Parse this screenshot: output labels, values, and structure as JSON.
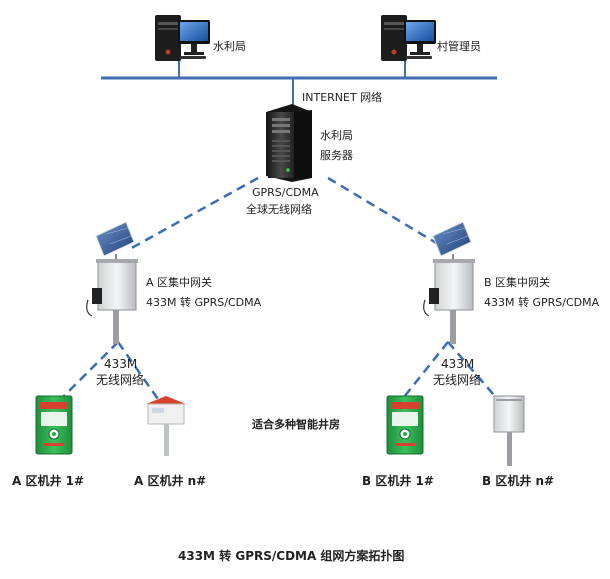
{
  "nodes": {
    "pc_water_bureau": "水利局",
    "pc_village_admin": "村管理员",
    "internet": "INTERNET 网络",
    "server_line1": "水利局",
    "server_line2": "服务器",
    "gprs_line1": "GPRS/CDMA",
    "gprs_line2": "全球无线网络",
    "gateway_a_line1": "A 区集中网关",
    "gateway_a_line2": "433M 转 GPRS/CDMA",
    "gateway_b_line1": "B 区集中网关",
    "gateway_b_line2": "433M 转 GPRS/CDMA",
    "wireless_a_line1": "433M",
    "wireless_a_line2": "无线网络",
    "wireless_b_line1": "433M",
    "wireless_b_line2": "无线网络",
    "suitable_note": "适合多种智能井房",
    "well_a1": "A 区机井 1#",
    "well_an": "A 区机井 n#",
    "well_b1": "B 区机井 1#",
    "well_bn": "B 区机井 n#"
  },
  "caption": "433M 转 GPRS/CDMA 组网方案拓扑图",
  "colors": {
    "network_line": "#3f6fb0",
    "dashed_link": "#3a6db5",
    "cabinet_green": "#27a84a",
    "cabinet_red": "#d8412f",
    "server_dark": "#2a2a2a"
  }
}
